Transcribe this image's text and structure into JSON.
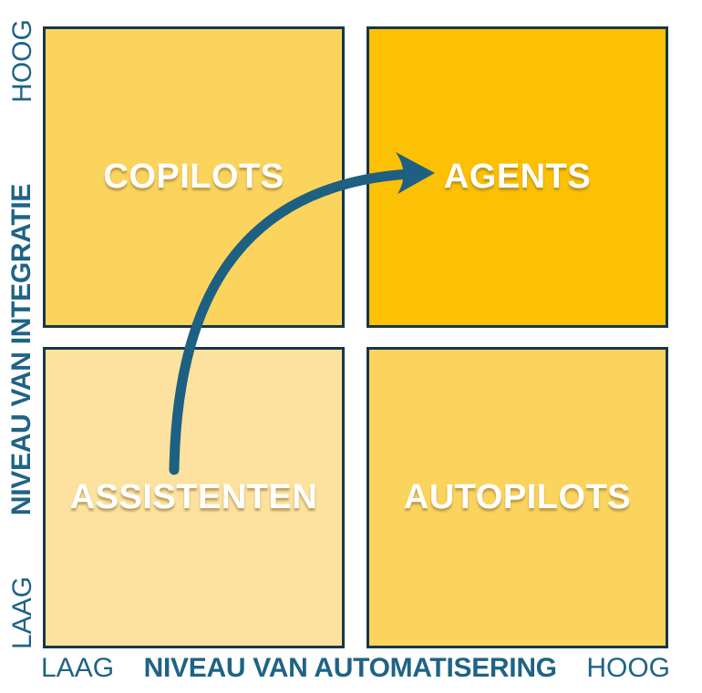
{
  "diagram": {
    "title_context": "AI maturity quadrant",
    "y_axis": {
      "title": "NIVEAU VAN INTEGRATIE",
      "max_label": "HOOG",
      "min_label": "LAAG"
    },
    "x_axis": {
      "title": "NIVEAU VAN AUTOMATISERING",
      "min_label": "LAAG",
      "max_label": "HOOG"
    },
    "quadrants": [
      {
        "id": "copilots",
        "label": "COPILOTS",
        "position": "top-left",
        "fill": "#FBD45E"
      },
      {
        "id": "agents",
        "label": "AGENTS",
        "position": "top-right",
        "fill": "#FCC004"
      },
      {
        "id": "assistenten",
        "label": "ASSISTENTEN",
        "position": "bottom-left",
        "fill": "#FCE29E"
      },
      {
        "id": "autopilots",
        "label": "AUTOPILOTS",
        "position": "bottom-right",
        "fill": "#FBD45E"
      }
    ],
    "arrow": {
      "from": "assistenten",
      "to": "agents",
      "color": "#1E6082"
    },
    "colors": {
      "axis_text": "#1F6385",
      "quadrant_border": "#17374A",
      "background": "#FFFFFF",
      "label_text": "#FFFFFF"
    }
  }
}
